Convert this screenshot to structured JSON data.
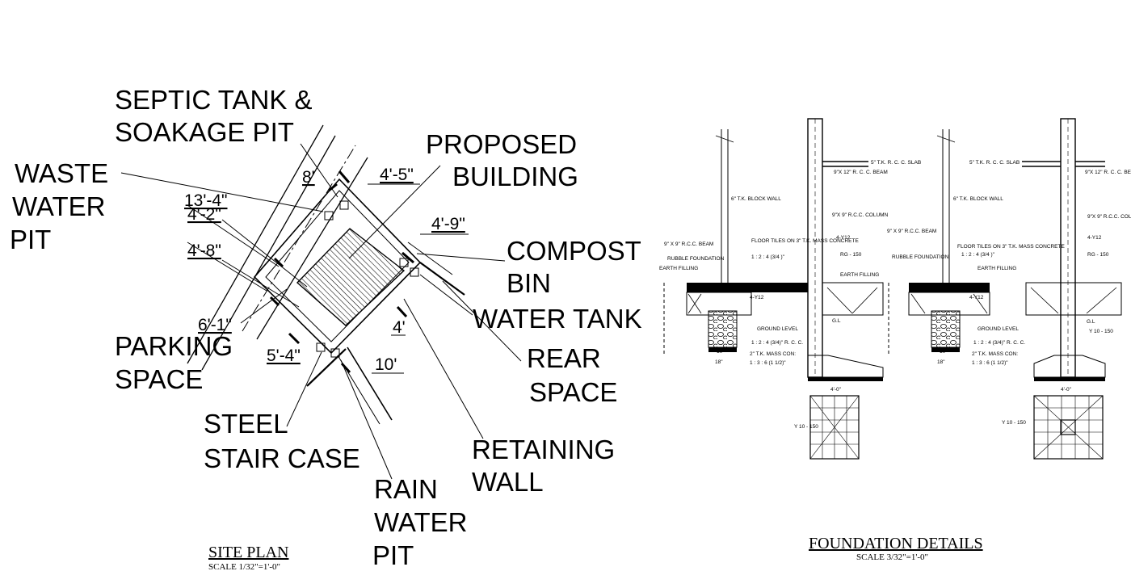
{
  "site_plan": {
    "title": "SITE PLAN",
    "scale": "SCALE 1/32\"=1'-0\"",
    "labels": {
      "septic_1": "SEPTIC TANK &",
      "septic_2": "SOAKAGE PIT",
      "proposed_1": "PROPOSED",
      "proposed_2": "BUILDING",
      "waste_1": "WASTE",
      "waste_2": "WATER",
      "waste_3": "PIT",
      "compost_1": "COMPOST",
      "compost_2": "BIN",
      "water_tank": "WATER TANK",
      "parking_1": "PARKING",
      "parking_2": "SPACE",
      "rear_1": "REAR",
      "rear_2": "SPACE",
      "stair_1": "STEEL",
      "stair_2": "STAIR CASE",
      "retaining_1": "RETAINING",
      "retaining_2": "WALL",
      "rain_1": "RAIN",
      "rain_2": "WATER",
      "rain_3": "PIT"
    },
    "dimensions": {
      "d8": "8'",
      "d13_4": "13'-4\"",
      "d4_2": "4'-2\"",
      "d4_8": "4'-8\"",
      "d4_5": "4'-5\"",
      "d4_9": "4'-9\"",
      "d6_1": "6'-1\"",
      "d5_4": "5'-4\"",
      "d4": "4'",
      "d10": "10'"
    }
  },
  "foundation": {
    "title": "FOUNDATION DETAILS",
    "scale": "SCALE 3/32\"=1'-0\"",
    "notes": {
      "slab": "5\" T.K. R. C. C. SLAB",
      "beam_912": "9\"X 12\" R. C. C. BEAM",
      "block_wall": "6\" T.K. BLOCK WALL",
      "column": "9\"X 9\" R.C.C. COLUMN",
      "beam_99": "9\" X 9\" R.C.C. BEAM",
      "rubble": "RUBBLE FOUNDATION",
      "earth": "EARTH FILLING",
      "floor_tiles": "FLOOR TILES ON 3\" T.K. MASS CONCRETE",
      "mix_124": "1 : 2 : 4 (3/4 )\"",
      "bars": "4-Y12",
      "rg": "RG - 150",
      "ground": "GROUND LEVEL",
      "gl": "G.L",
      "rcc_mix": "1 : 2 : 4 (3/4)\" R. C. C.",
      "mass_con": "2\" T.K. MASS CON:",
      "mix_136": "1 : 3 : 6 (1 1/2)\"",
      "y10": "Y 10 - 150",
      "w10": "10\"",
      "w18": "18\"",
      "w40": "4'-0\""
    }
  }
}
